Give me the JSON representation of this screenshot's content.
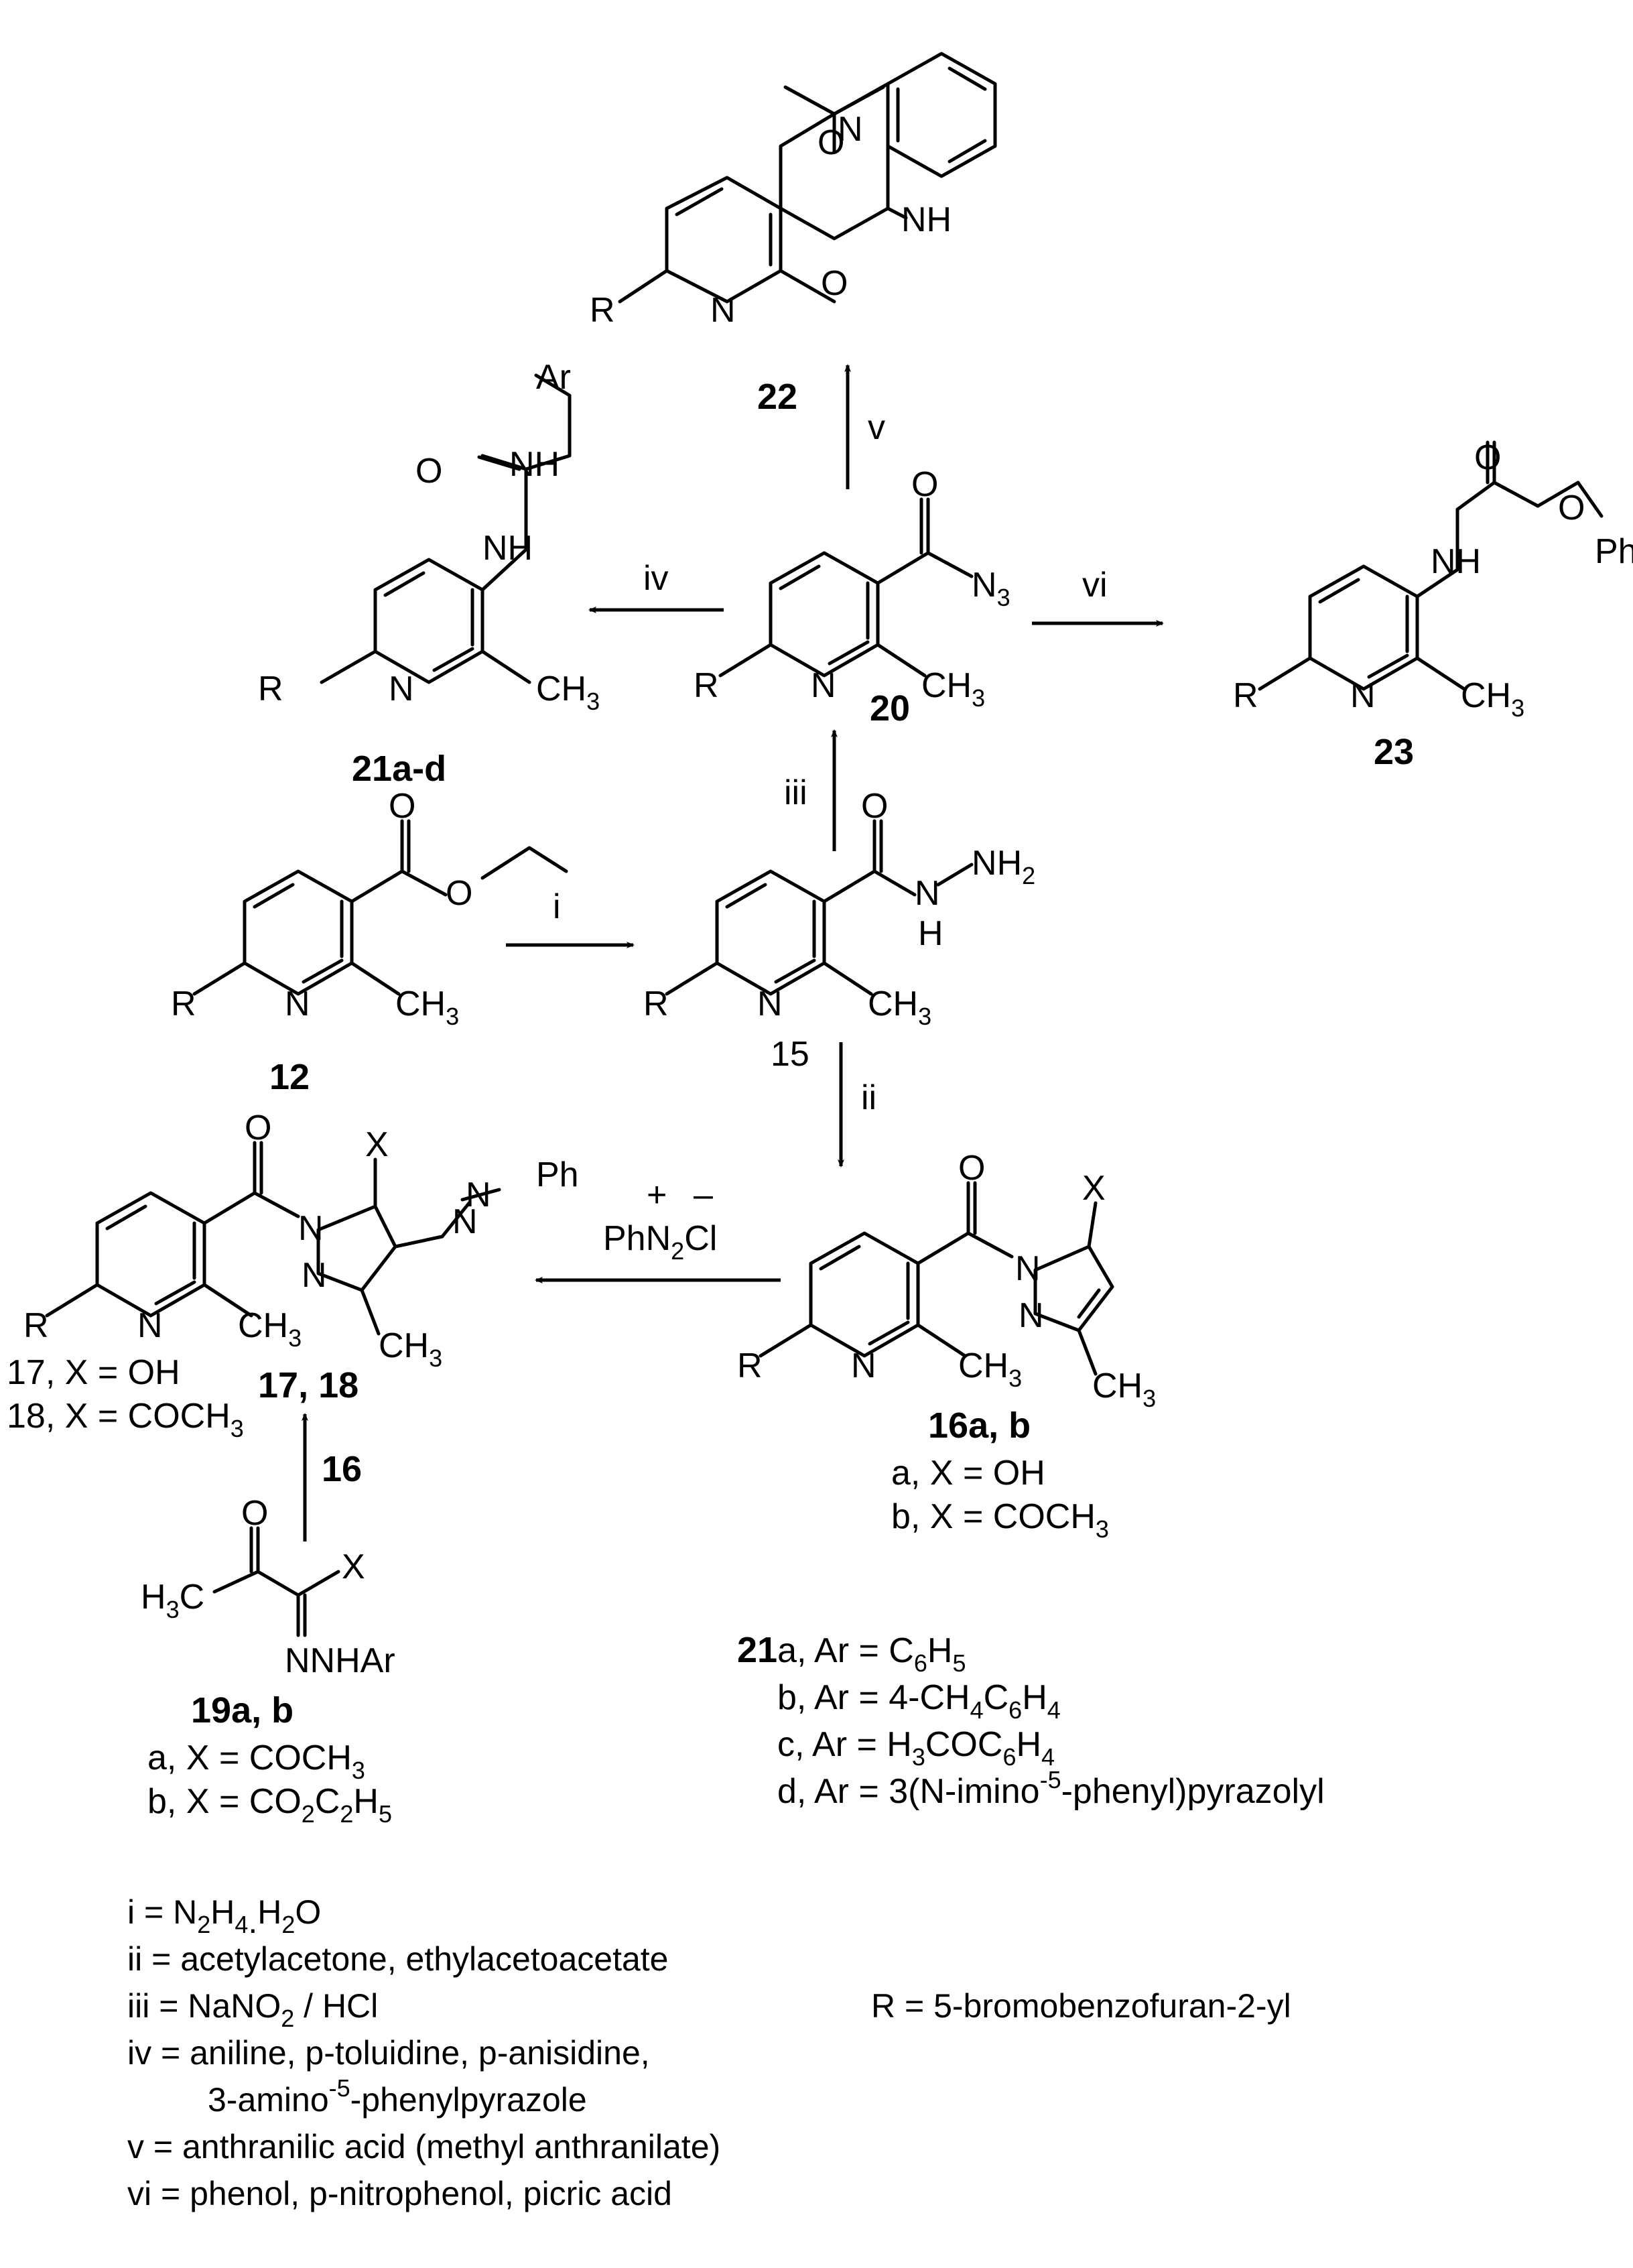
{
  "atoms": {
    "O": "O",
    "N": "N",
    "NH": "NH",
    "H": "H",
    "R": "R",
    "Ar": "Ar",
    "Ph": "Ph",
    "X": "X",
    "CH": "CH",
    "3": "3",
    "N3base": "N",
    "N3sub": "3",
    "NH2base": "N",
    "NH2sub": "2",
    "H3C_H": "H",
    "H3C_3": "3",
    "H3C_C": "C",
    "NNHAr": "NNHAr"
  },
  "compounds": {
    "c12": "12",
    "c15": "15",
    "c16": "16a, b",
    "c16a": "a, X = OH",
    "c16b_pre": "b, X = COCH",
    "c17_18": "17, 18",
    "c17": "17, X = OH",
    "c18_pre": "18, X = COCH",
    "c19": "19a, b",
    "c19a_pre": "a, X = COCH",
    "c19b_pre": "b, X = CO",
    "c19b_mid": "C",
    "c19b_mid2": "H",
    "c20": "20",
    "c21": "21a-d",
    "c22": "22",
    "c23": "23",
    "sub2": "2",
    "sub3": "3",
    "sub4": "4",
    "sub5": "5",
    "sub6": "6"
  },
  "list21": {
    "a_bold": "21",
    "a_pre": "a, Ar = C",
    "a_mid": "H",
    "b_pre": "b, Ar = 4-CH",
    "b_mid": "C",
    "b_mid2": "H",
    "c_pre": "c, Ar = H",
    "c_mid": "COC",
    "c_mid2": "H",
    "d_pre": "d, Ar = 3(N-imino",
    "d_sup": "-5",
    "d_post": "-phenyl)pyrazolyl"
  },
  "arrows": {
    "i": "i",
    "ii": "ii",
    "iii": "iii",
    "iv": "iv",
    "v": "v",
    "vi": "vi",
    "reagent16": "16",
    "diazo_plus": "+",
    "diazo_minus": "–",
    "diazo_pre": "PhN",
    "diazo_sub": "2",
    "diazo_post": "Cl"
  },
  "legend": {
    "i_pre": "i = N",
    "i_s1": "2",
    "i_mid": "H",
    "i_s2": "4",
    "i_dot": ".",
    "i_mid2": "H",
    "i_s3": "2",
    "i_post": "O",
    "ii": "ii = acetylacetone, ethylacetoacetate",
    "iii_pre": "iii = NaNO",
    "iii_sub": "2",
    "iii_post": " / HCl",
    "iv_1": "iv = aniline, p-toluidine, p-anisidine,",
    "iv_2_pre": "3-amino",
    "iv_2_sup": "-5",
    "iv_2_post": "-phenylpyrazole",
    "v": "v = anthranilic acid (methyl anthranilate)",
    "vi": "vi = phenol, p-nitrophenol, picric acid",
    "r": "R = 5-bromobenzofuran-2-yl"
  }
}
